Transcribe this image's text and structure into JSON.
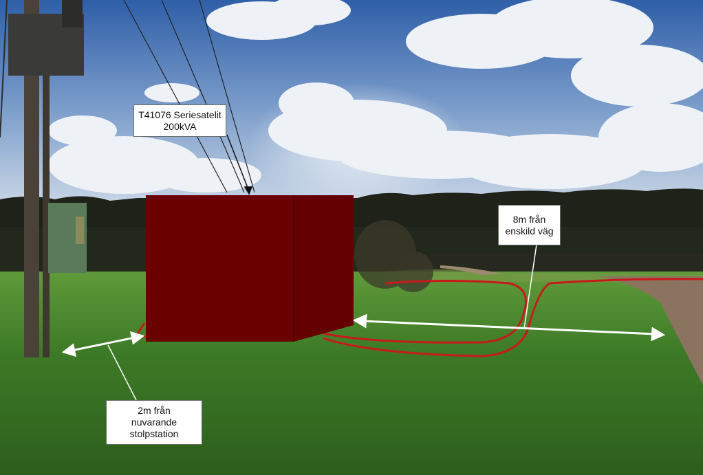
{
  "annotations": {
    "transformer": {
      "line1": "T41076 Seriesatelit",
      "line2": "200kVA"
    },
    "road_distance": {
      "line1": "8m från",
      "line2": "enskild väg"
    },
    "pole_distance": {
      "line1": "2m från",
      "line2": "nuvarande",
      "line3": "stolpstation"
    }
  },
  "colors": {
    "sky": "#5f86c2",
    "grass": "#3f7f2a",
    "treeline": "#1f2418",
    "transformer_box": "#6a0000",
    "boundary_line": "#c81a1a",
    "road": "#8a7460",
    "arrow": "#ffffff"
  }
}
